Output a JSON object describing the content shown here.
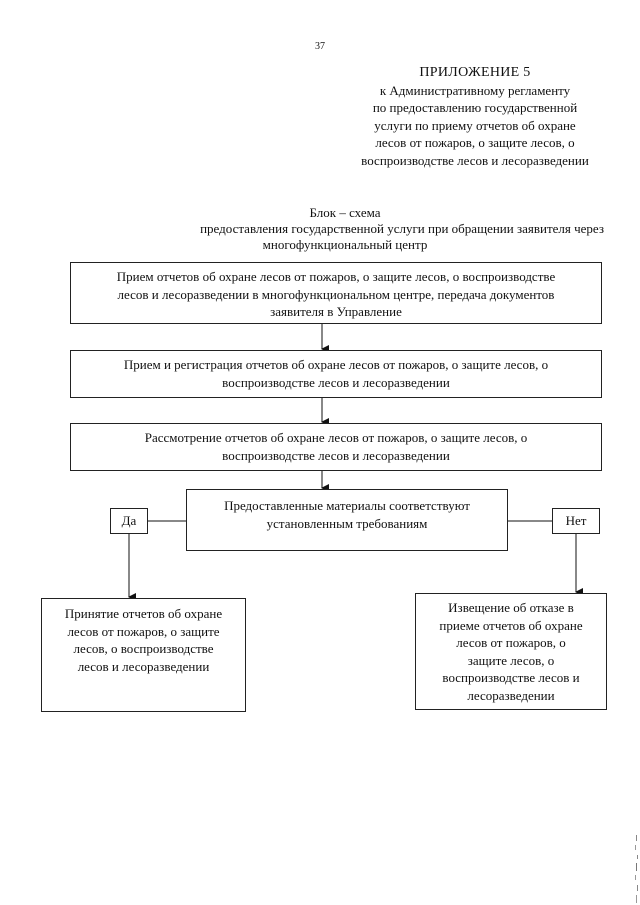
{
  "page": {
    "number": "37"
  },
  "header": {
    "appendix_title": "ПРИЛОЖЕНИЕ 5",
    "lines": [
      "к Административному регламенту",
      "по предоставлению государственной",
      "услуги по приему отчетов об  охране",
      "лесов от пожаров, о  защите лесов, о",
      "воспроизводстве лесов и лесоразведении"
    ]
  },
  "scheme_title": {
    "line1": "Блок – схема",
    "line2": "предоставления государственной услуги при обращении заявителя  через",
    "line3": "многофункциональный центр"
  },
  "steps": [
    {
      "lines": [
        "Прием отчетов об охране лесов от пожаров, о защите лесов, о воспроизводстве",
        "лесов и лесоразведении в многофункциональном центре, передача документов",
        "заявителя в Управление"
      ]
    },
    {
      "lines": [
        "Прием и регистрация отчетов об охране лесов от пожаров, о защите лесов, о",
        "воспроизводстве лесов и лесоразведении"
      ]
    },
    {
      "lines": [
        "Рассмотрение  отчетов об охране лесов от пожаров, о защите лесов, о",
        "воспроизводстве лесов и лесоразведении"
      ]
    }
  ],
  "decision": {
    "lines": [
      "Предоставленные материалы соответствуют",
      "установленным требованиям"
    ],
    "yes_label": "Да",
    "no_label": "Нет"
  },
  "outcomes": {
    "accept": {
      "lines": [
        "Принятие отчетов об охране",
        "лесов от пожаров, о  защите",
        "лесов, о воспроизводстве",
        "лесов и лесоразведении"
      ]
    },
    "refusal": {
      "lines": [
        "Извещение об отказе в",
        "приеме отчетов об охране",
        "лесов от пожаров, о",
        "защите лесов, о",
        "воспроизводстве лесов и",
        "лесоразведении"
      ]
    }
  },
  "colors": {
    "ink": "#111111",
    "paper": "#ffffff"
  }
}
